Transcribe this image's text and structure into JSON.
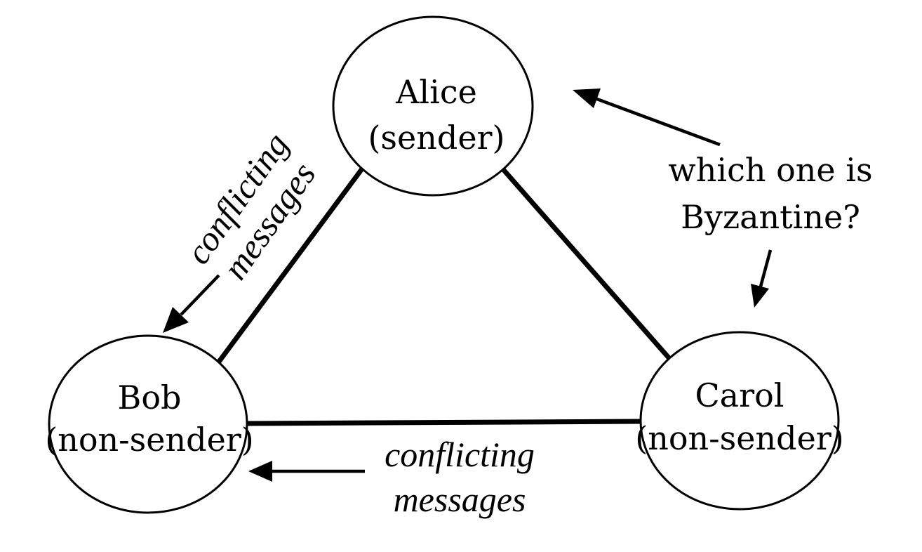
{
  "nodes": {
    "alice": {
      "name": "Alice",
      "role": "(sender)"
    },
    "bob": {
      "name": "Bob",
      "role": "(non-sender)"
    },
    "carol": {
      "name": "Carol",
      "role": "(non-sender)"
    }
  },
  "annotations": {
    "question": {
      "line1": "which one is",
      "line2": "Byzantine?"
    },
    "left_conflict": {
      "line1": "conflicting",
      "line2": "messages"
    },
    "bottom_conflict": {
      "line1": "conflicting",
      "line2": "messages"
    }
  }
}
